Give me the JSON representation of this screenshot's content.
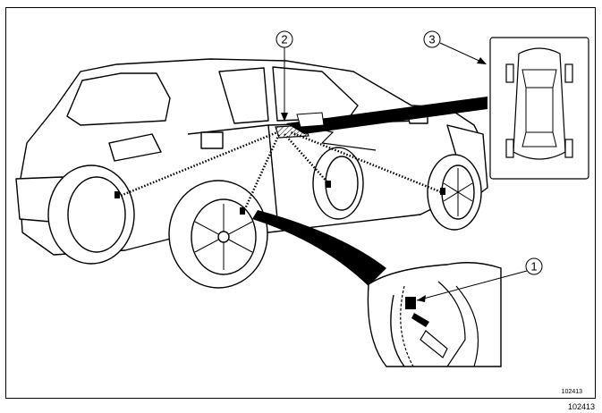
{
  "callouts": [
    {
      "id": "1",
      "label": "1"
    },
    {
      "id": "2",
      "label": "2"
    },
    {
      "id": "3",
      "label": "3"
    }
  ],
  "reference_inner": "102413",
  "reference_outer": "102413",
  "colors": {
    "line": "#000000",
    "background": "#ffffff",
    "shade": "#dddddd"
  }
}
